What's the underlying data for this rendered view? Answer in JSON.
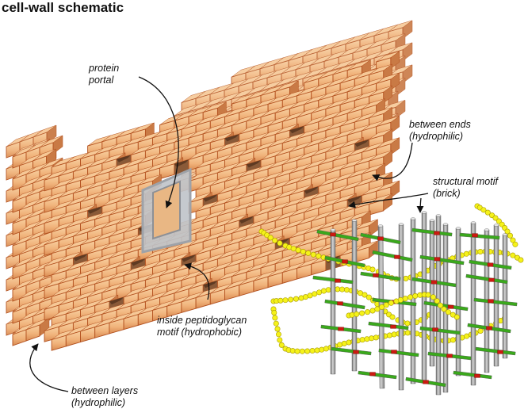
{
  "title": "cell-wall schematic",
  "labels": {
    "protein_portal": [
      "protein",
      "portal"
    ],
    "between_ends": [
      "between ends",
      "(hydrophilic)"
    ],
    "structural_motif": [
      "structural motif",
      "(brick)"
    ],
    "inside_motif": [
      "inside peptidoglycan",
      "motif (hydrophobic)"
    ],
    "between_layers": [
      "between layers",
      "(hydrophilic)"
    ]
  },
  "colors": {
    "brick_face": "#f0b27a",
    "brick_top": "#f6c896",
    "brick_side": "#c97a45",
    "mortar": "#b3511f",
    "portal_frame": "#c8ccd2",
    "glycan_strand": "#f5f21a",
    "peptide_rod": "#8a8a8a",
    "crosslink_green": "#3aa81c",
    "crosslink_red": "#cc1a10"
  }
}
